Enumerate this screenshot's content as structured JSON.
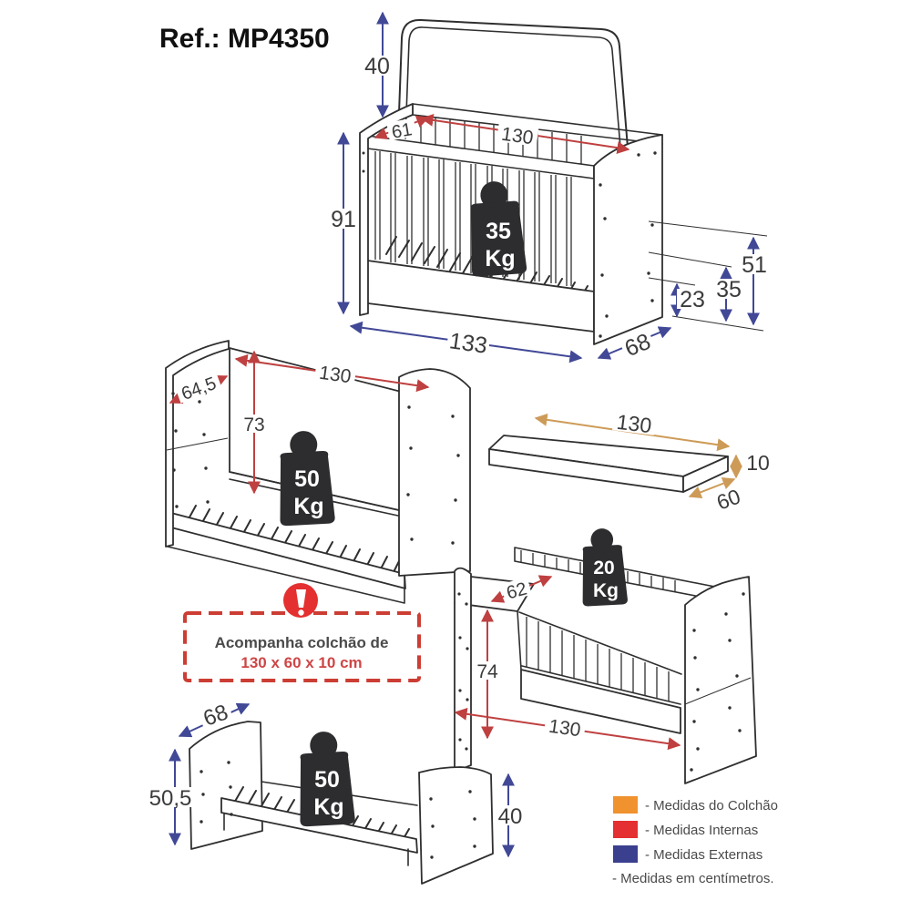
{
  "title": "Ref.: MP4350",
  "views": {
    "crib_canopy": {
      "weight": "35",
      "weight_unit": "Kg",
      "dims": {
        "canopy_height": "40",
        "inner_depth": "61",
        "inner_width": "130",
        "outer_height": "91",
        "base_level_low": "23",
        "base_level_mid": "35",
        "base_level_high": "51",
        "outer_width": "133",
        "outer_depth": "68"
      }
    },
    "crib_open": {
      "weight": "50",
      "weight_unit": "Kg",
      "dims": {
        "depth": "64,5",
        "inner_width": "130",
        "inner_height": "73"
      }
    },
    "mattress": {
      "dims": {
        "length": "130",
        "thickness": "10",
        "width": "60"
      }
    },
    "crib_desk": {
      "weight": "20",
      "weight_unit": "Kg",
      "dims": {
        "top_depth": "62",
        "inner_height": "74",
        "inner_width": "130"
      }
    },
    "junior_bed": {
      "weight": "50",
      "weight_unit": "Kg",
      "dims": {
        "depth": "68",
        "head_height": "50,5",
        "foot_height": "40"
      }
    }
  },
  "warning": {
    "icon": "exclamation-circle",
    "line1": "Acompanha colchão de",
    "line2": "130 x 60 x 10 cm"
  },
  "legend": {
    "items": [
      {
        "label": "- Medidas do Colchão",
        "color": "#F0922E"
      },
      {
        "label": "- Medidas Internas",
        "color": "#E43030"
      },
      {
        "label": "- Medidas Externas",
        "color": "#3A3F8E"
      }
    ],
    "note": "- Medidas em centímetros."
  },
  "colors": {
    "internal_arrows": "#BF4040",
    "external_arrows": "#414896",
    "mattress_arrows": "#CD9B57",
    "line": "#2f2f2f"
  }
}
